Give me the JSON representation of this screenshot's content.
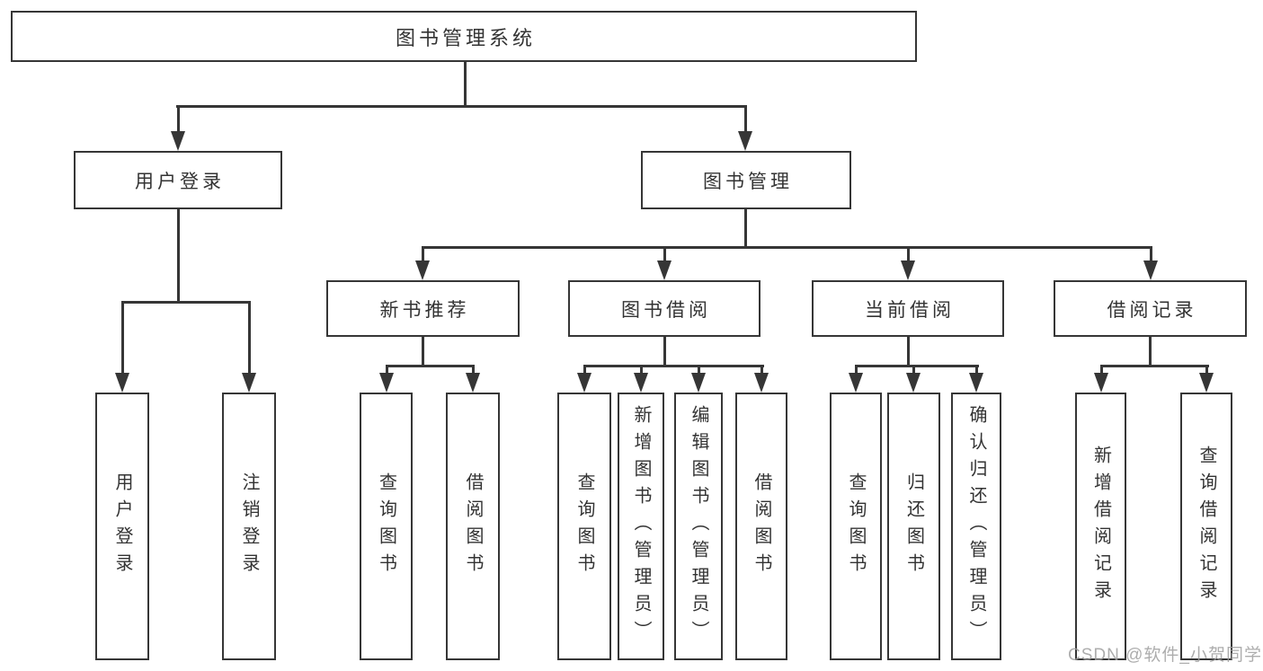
{
  "watermark": "CSDN @软件_小贺同学",
  "diagram": {
    "type": "hierarchy-diagram",
    "root": {
      "label": "图书管理系统"
    },
    "branches": [
      {
        "label": "用户登录",
        "children": [
          {
            "label": "用户登录"
          },
          {
            "label": "注销登录"
          }
        ]
      },
      {
        "label": "图书管理",
        "children": [
          {
            "label": "新书推荐",
            "children": [
              {
                "label": "查询图书"
              },
              {
                "label": "借阅图书"
              }
            ]
          },
          {
            "label": "图书借阅",
            "children": [
              {
                "label": "查询图书"
              },
              {
                "label": "新增图书（管理员）"
              },
              {
                "label": "编辑图书（管理员）"
              },
              {
                "label": "借阅图书"
              }
            ]
          },
          {
            "label": "当前借阅",
            "children": [
              {
                "label": "查询图书"
              },
              {
                "label": "归还图书"
              },
              {
                "label": "确认归还（管理员）"
              }
            ]
          },
          {
            "label": "借阅记录",
            "children": [
              {
                "label": "新增借阅记录"
              },
              {
                "label": "查询借阅记录"
              }
            ]
          }
        ]
      }
    ]
  }
}
